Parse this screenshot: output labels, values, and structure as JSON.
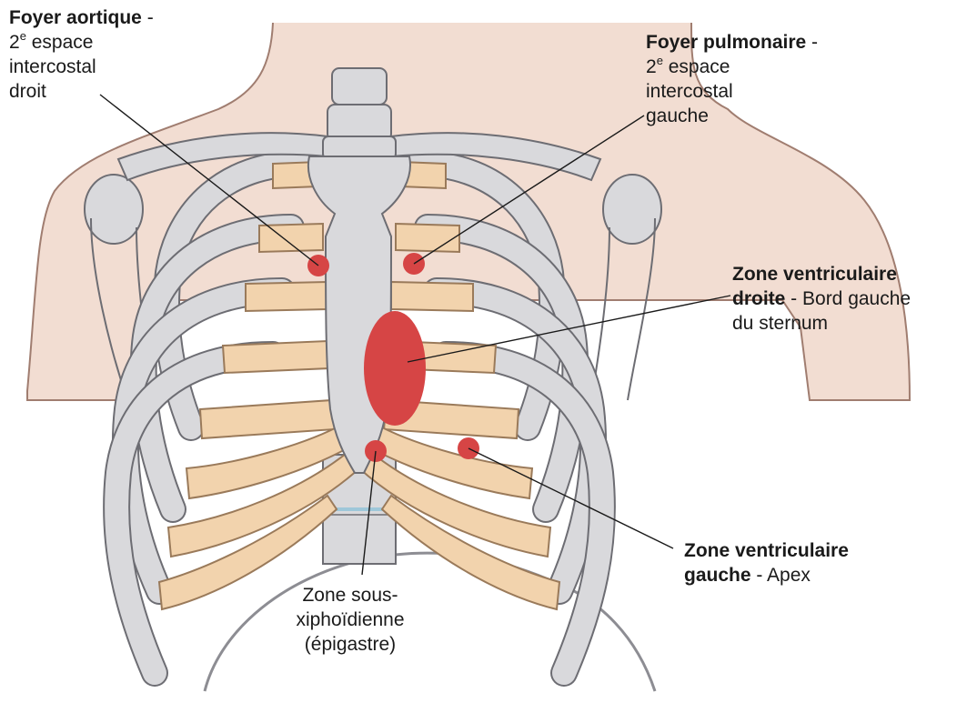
{
  "labels": {
    "aortic": {
      "title": "Foyer aortique",
      "sep": " -",
      "l1_pre": "2",
      "l1_sup": "e",
      "l1_post": " espace",
      "l2": "intercostal",
      "l3": "droit"
    },
    "pulmonary": {
      "title": "Foyer pulmonaire",
      "sep": " -",
      "l1_pre": "2",
      "l1_sup": "e",
      "l1_post": " espace",
      "l2": "intercostal",
      "l3": "gauche"
    },
    "right_ventricle": {
      "title1": "Zone ventriculaire",
      "title2": "droite",
      "rest": " - Bord gauche",
      "l3": "du sternum"
    },
    "left_ventricle": {
      "title1": "Zone ventriculaire",
      "title2": "gauche",
      "rest": " - Apex"
    },
    "subxiphoid": {
      "l1": "Zone sous-",
      "l2": "xiphoïdienne",
      "l3": "(épigastre)"
    }
  },
  "colors": {
    "skin": "#f2ddd2",
    "skin_outline": "#a07d70",
    "bone": "#d9d9dc",
    "bone_outline": "#6d6d73",
    "cartilage": "#f2d3ad",
    "cartilage_outline": "#9a7a5a",
    "marker": "#d64545",
    "leader": "#1a1a1a"
  }
}
